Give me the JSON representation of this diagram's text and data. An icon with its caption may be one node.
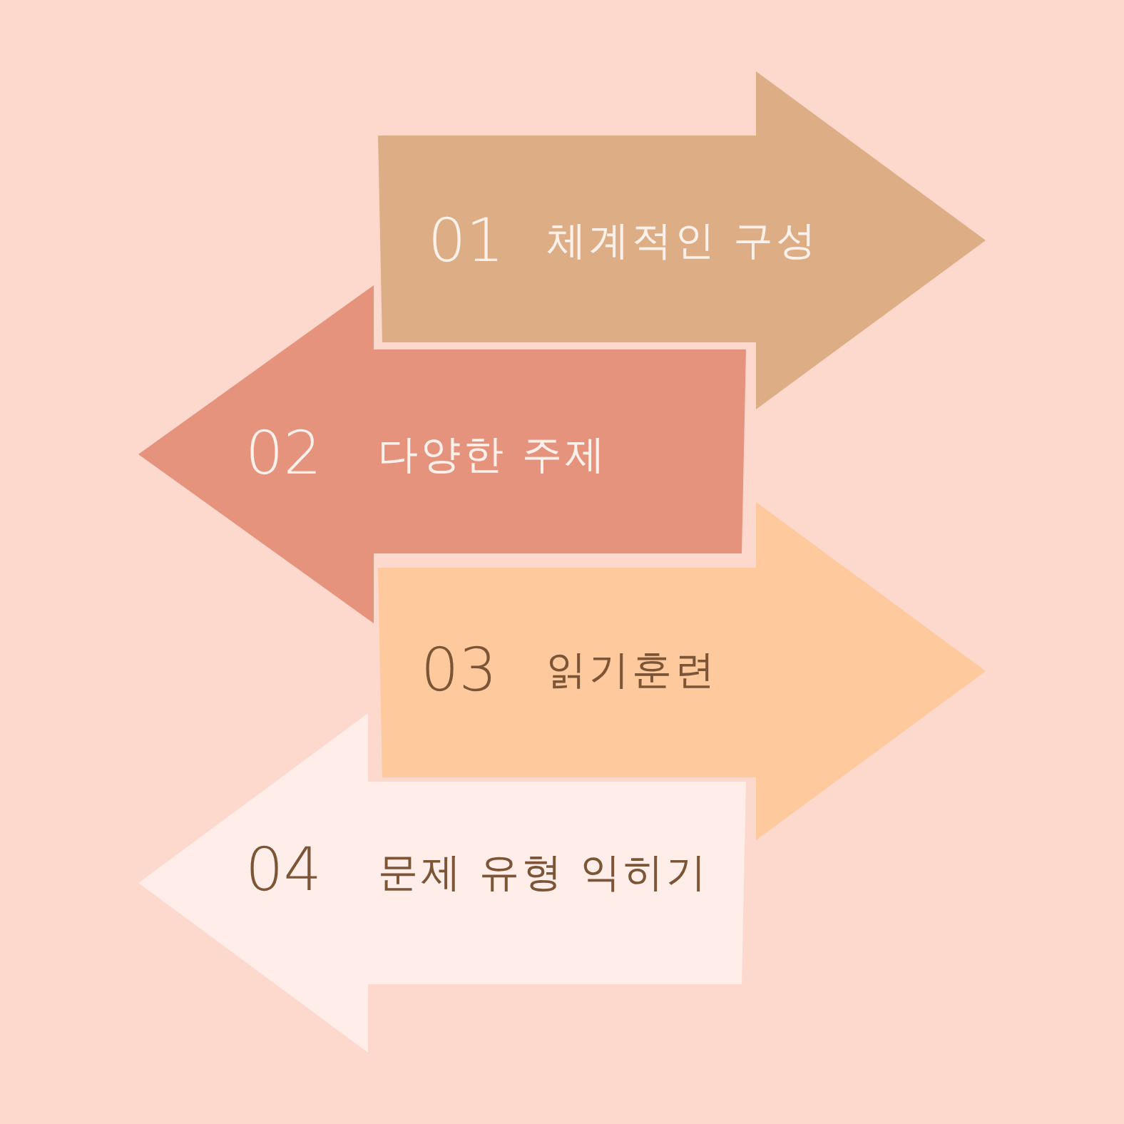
{
  "diagram": {
    "nodes": [
      {
        "text": [
          "01",
          "체계적인 구성"
        ]
      },
      {
        "text": [
          "02",
          "다양한 주제"
        ]
      },
      {
        "text": [
          "03",
          "읽기훈련"
        ]
      },
      {
        "text": [
          "04",
          "문제 유형 익히기"
        ]
      }
    ]
  }
}
